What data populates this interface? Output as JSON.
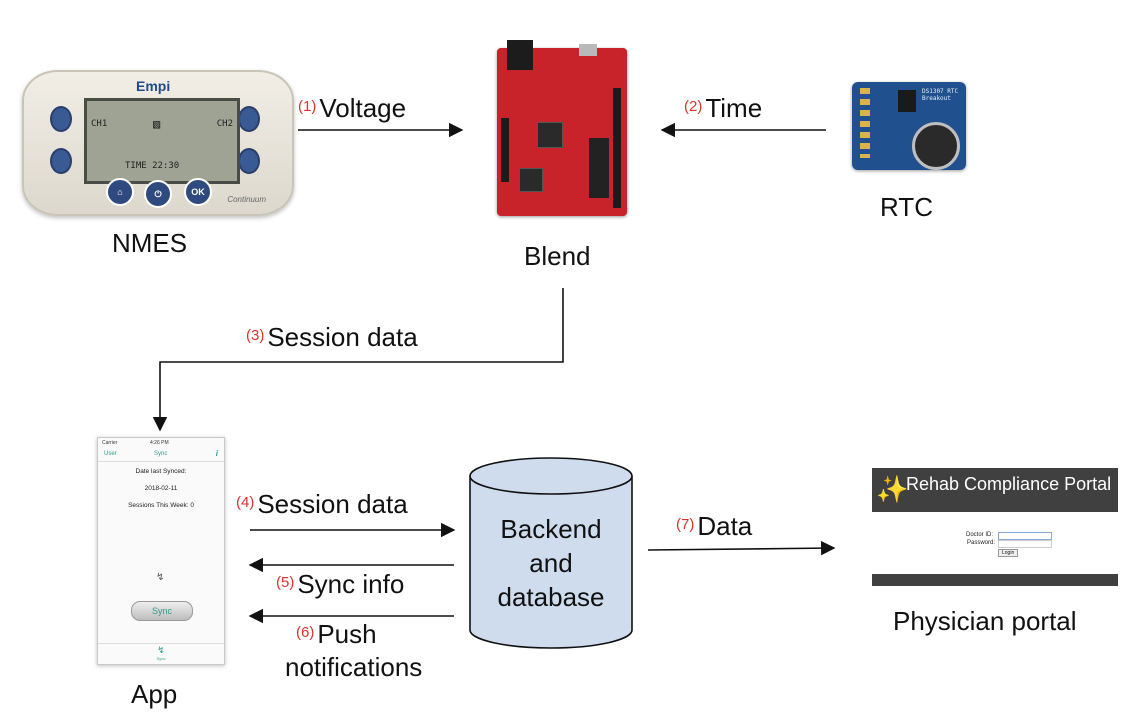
{
  "arrows": {
    "a1": {
      "num": "(1)",
      "text": "Voltage"
    },
    "a2": {
      "num": "(2)",
      "text": "Time"
    },
    "a3": {
      "num": "(3)",
      "text": "Session data"
    },
    "a4": {
      "num": "(4)",
      "text": "Session data"
    },
    "a5": {
      "num": "(5)",
      "text": "Sync info"
    },
    "a6": {
      "num": "(6)",
      "text": "Push",
      "text2": "notifications"
    },
    "a7": {
      "num": "(7)",
      "text": "Data"
    }
  },
  "nodes": {
    "nmes": "NMES",
    "blend": "Blend",
    "rtc": "RTC",
    "app": "App",
    "backend_line1": "Backend",
    "backend_line2": "and",
    "backend_line3": "database",
    "portal": "Physician portal"
  },
  "nmes_device": {
    "brand": "Empi",
    "ch1": "CH1",
    "ch2": "CH2",
    "time": "TIME 22:30",
    "ok": "OK",
    "model": "Continuum"
  },
  "rtc_board": {
    "label": "DS1307 RTC Breakout"
  },
  "app_screen": {
    "carrier": "Carrier",
    "clock": "4:26 PM",
    "nav_user": "User",
    "nav_sync": "Sync",
    "nav_info": "i",
    "date_label": "Date last Synced:",
    "date_value": "2018-02-11",
    "sessions": "Sessions This Week: 0",
    "sync_button": "Sync",
    "tab_label": "Sync"
  },
  "portal_screen": {
    "title": "Rehab Compliance Portal",
    "doctor_label": "Doctor ID:",
    "password_label": "Password:",
    "login_button": "Login"
  },
  "colors": {
    "step_number": "#d8342a",
    "db_fill": "#cfdcee",
    "portal_accent": "#25a38f"
  }
}
